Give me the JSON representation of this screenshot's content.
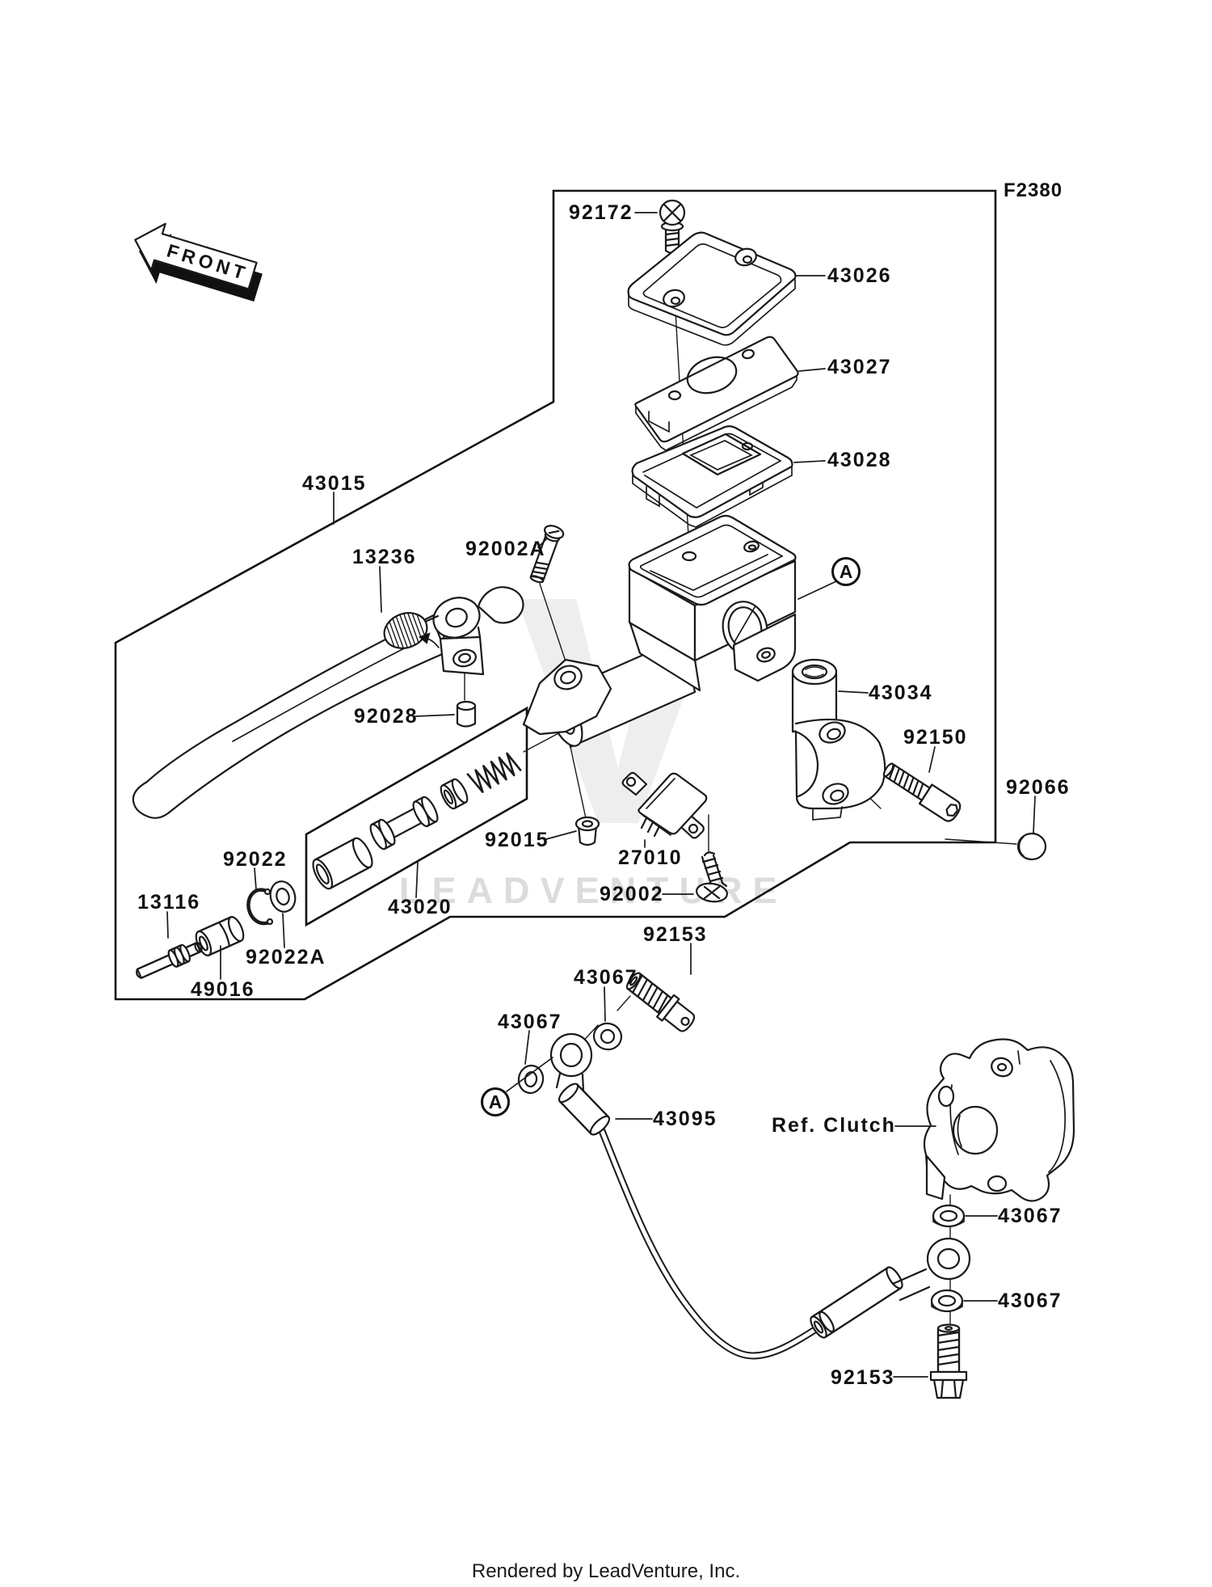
{
  "page": {
    "code": "F2380",
    "front_label": "FRONT",
    "watermark": "LEADVENTURE",
    "footer": "Rendered by LeadVenture, Inc."
  },
  "markers": {
    "detail": "A"
  },
  "callouts": {
    "c92172": "92172",
    "c43026": "43026",
    "c43027": "43027",
    "c43028": "43028",
    "c43015": "43015",
    "c13236": "13236",
    "c92002a": "92002A",
    "c43034": "43034",
    "c92150": "92150",
    "c92066": "92066",
    "c92028": "92028",
    "c92015": "92015",
    "c27010": "27010",
    "c92002": "92002",
    "c92022": "92022",
    "c13116": "13116",
    "c43020": "43020",
    "c92022a": "92022A",
    "c49016": "49016",
    "c92153": "92153",
    "c43067": "43067",
    "c43095": "43095",
    "ref_clutch": "Ref. Clutch"
  }
}
